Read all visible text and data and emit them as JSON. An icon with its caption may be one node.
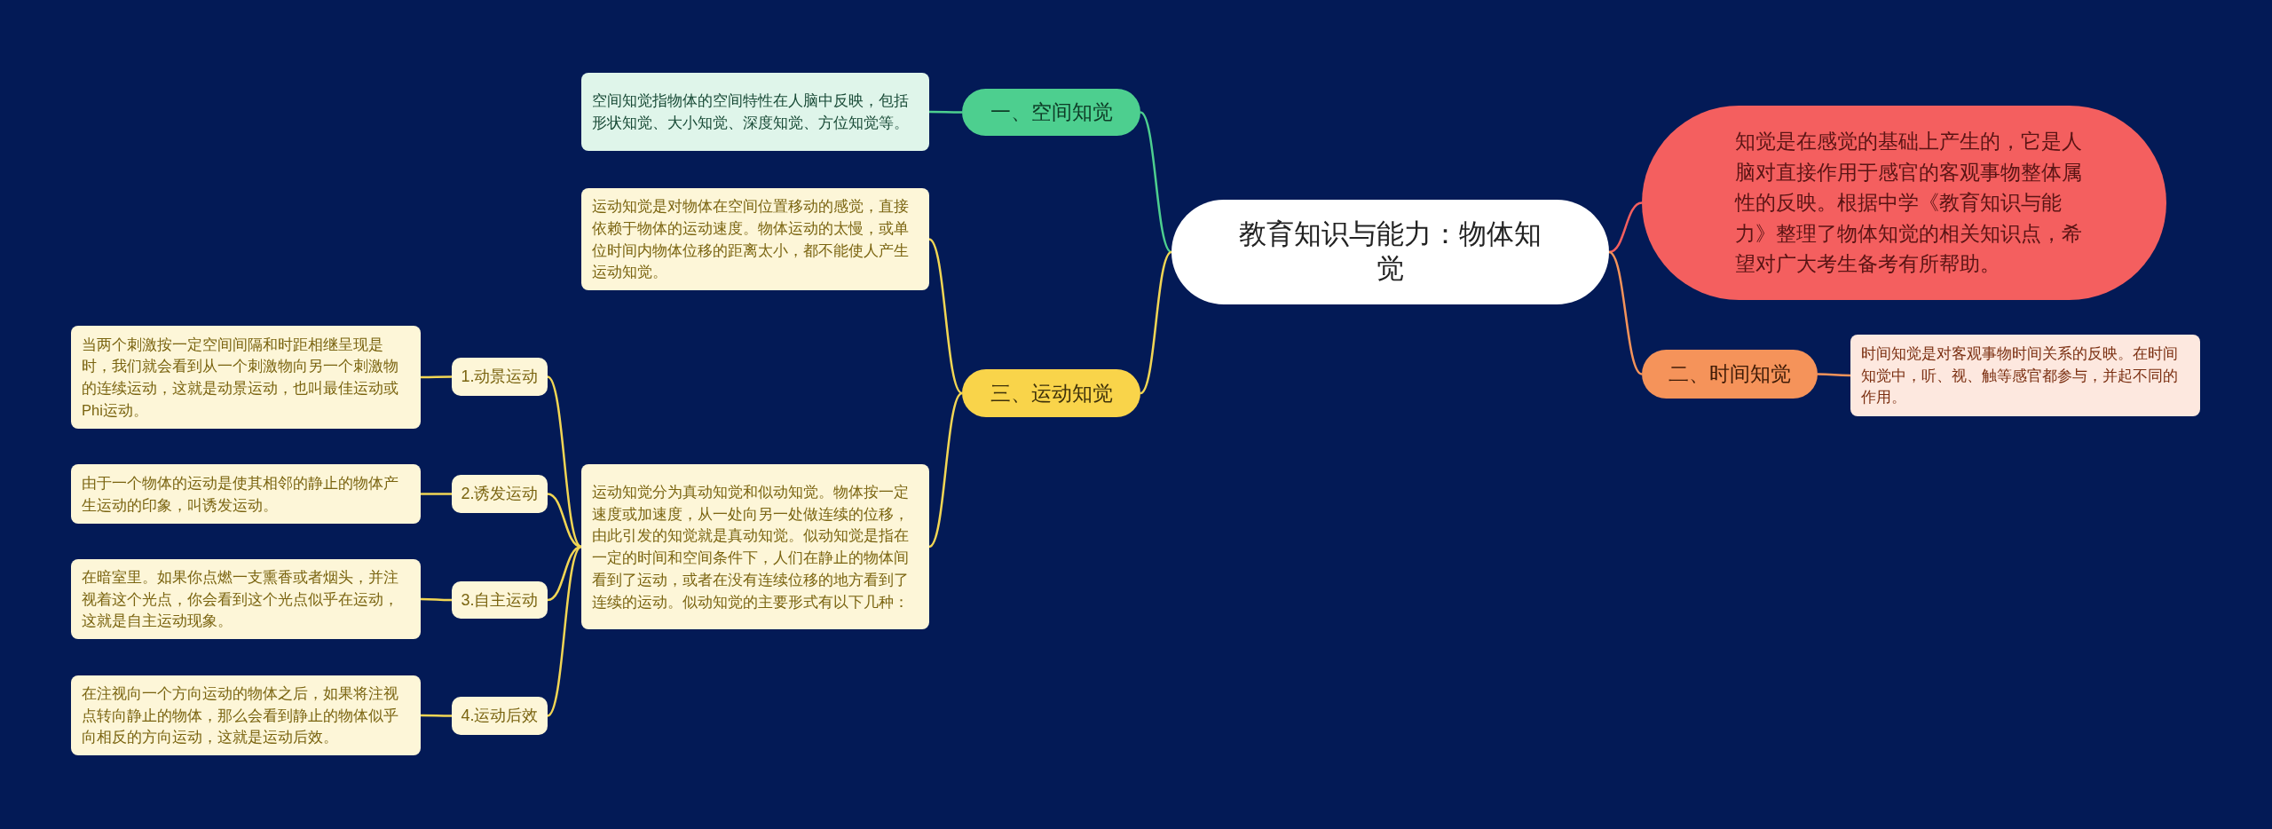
{
  "diagram": {
    "nodes": [
      {
        "text": [
          "教育知识与能力：物体知觉"
        ]
      },
      {
        "text": [
          "知觉是在感觉的基础上产生的，它是人脑对直接作用于感官的客观事物整体属性的反映。根据中学《教育知识与能力》整理了物体知觉的相关知识点，希望对广大考生备考有所帮助。"
        ]
      },
      {
        "text": [
          "一、空间知觉"
        ]
      },
      {
        "text": [
          "空间知觉指物体的空间特性在人脑中反映，包括形状知觉、大小知觉、深度知觉、方位知觉等。"
        ]
      },
      {
        "text": [
          "三、运动知觉"
        ]
      },
      {
        "text": [
          "运动知觉是对物体在空间位置移动的感觉，直接依赖于物体的运动速度。物体运动的太慢，或单位时间内物体位移的距离太小，都不能使人产生运动知觉。"
        ]
      },
      {
        "text": [
          "运动知觉分为真动知觉和似动知觉。物体按一定速度或加速度，从一处向另一处做连续的位移，由此引发的知觉就是真动知觉。似动知觉是指在一定的时间和空间条件下，人们在静止的物体间看到了运动，或者在没有连续位移的地方看到了连续的运动。似动知觉的主要形式有以下几种："
        ]
      },
      {
        "text": [
          "1.动景运动"
        ]
      },
      {
        "text": [
          "当两个刺激按一定空间间隔和时距相继呈现是时，我们就会看到从一个刺激物向另一个刺激物的连续运动，这就是动景运动，也叫最佳运动或Phi运动。"
        ]
      },
      {
        "text": [
          "2.诱发运动"
        ]
      },
      {
        "text": [
          "由于一个物体的运动是使其相邻的静止的物体产生运动的印象，叫诱发运动。"
        ]
      },
      {
        "text": [
          "3.自主运动"
        ]
      },
      {
        "text": [
          "在暗室里。如果你点燃一支熏香或者烟头，并注视着这个光点，你会看到这个光点似乎在运动，这就是自主运动现象。"
        ]
      },
      {
        "text": [
          "4.运动后效"
        ]
      },
      {
        "text": [
          "在注视向一个方向运动的物体之后，如果将注视点转向静止的物体，那么会看到静止的物体似乎向相反的方向运动，这就是运动后效。"
        ]
      },
      {
        "text": [
          "二、时间知觉"
        ]
      },
      {
        "text": [
          "时间知觉是对客观事物时间关系的反映。在时间知觉中，听、视、触等感官都参与，并起不同的作用。"
        ]
      }
    ],
    "edges": [
      {
        "from": 0,
        "to": 1,
        "arrow": "none",
        "color": "#f45f5f"
      },
      {
        "from": 0,
        "to": 2,
        "arrow": "none",
        "color": "#4dcf8f"
      },
      {
        "from": 2,
        "to": 3,
        "arrow": "none",
        "color": "#4dcf8f"
      },
      {
        "from": 0,
        "to": 4,
        "arrow": "none"
      },
      {
        "from": 4,
        "to": 5,
        "arrow": "none"
      },
      {
        "from": 4,
        "to": 6,
        "arrow": "none"
      },
      {
        "from": 6,
        "to": 7,
        "arrow": "none"
      },
      {
        "from": 7,
        "to": 8,
        "arrow": "none"
      },
      {
        "from": 6,
        "to": 9,
        "arrow": "none"
      },
      {
        "from": 9,
        "to": 10,
        "arrow": "none"
      },
      {
        "from": 6,
        "to": 11,
        "arrow": "none"
      },
      {
        "from": 11,
        "to": 12,
        "arrow": "none"
      },
      {
        "from": 6,
        "to": 13,
        "arrow": "none"
      },
      {
        "from": 13,
        "to": 14,
        "arrow": "none"
      },
      {
        "from": 0,
        "to": 15,
        "arrow": "none",
        "color": "#f5935a"
      },
      {
        "from": 15,
        "to": 16,
        "arrow": "none",
        "color": "#f5935a"
      }
    ]
  }
}
